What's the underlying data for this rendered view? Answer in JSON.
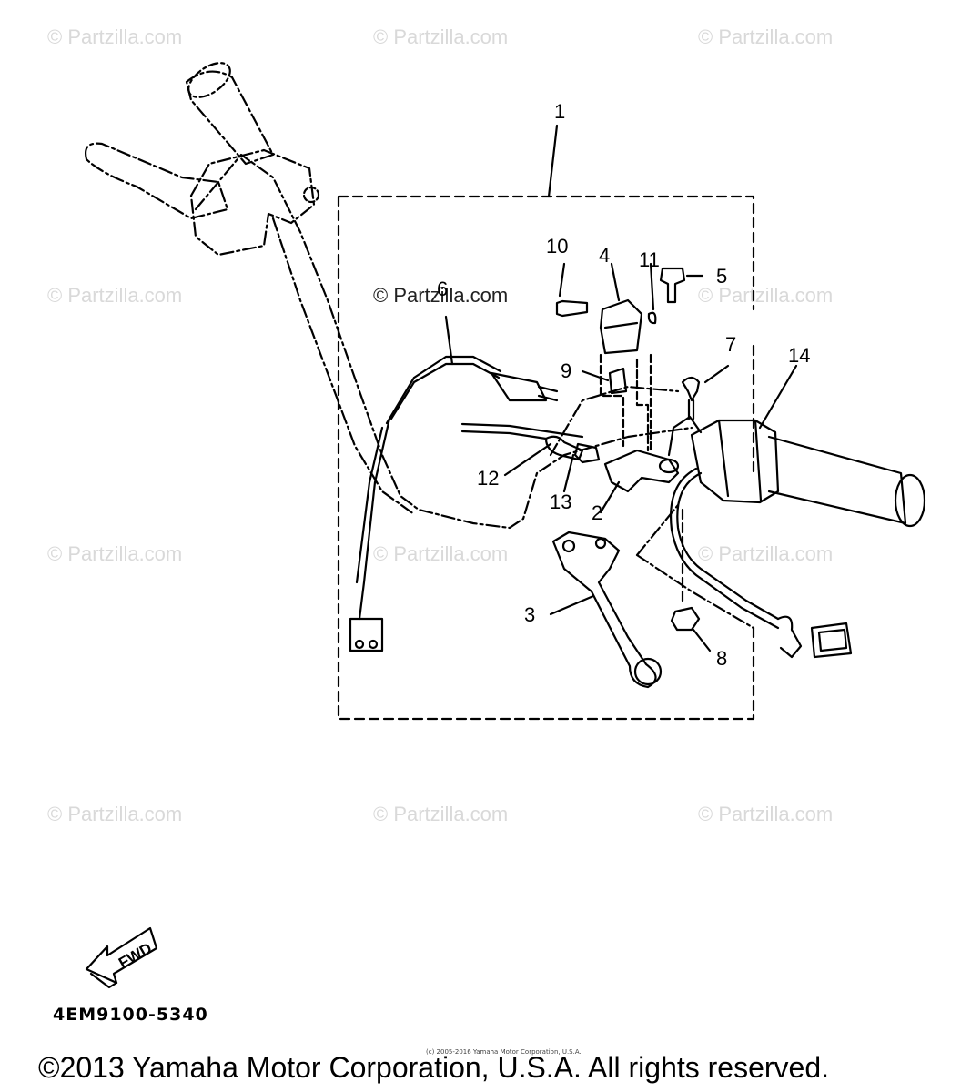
{
  "watermark": "© Partzilla.com",
  "callouts": [
    "1",
    "2",
    "3",
    "4",
    "5",
    "6",
    "7",
    "8",
    "9",
    "10",
    "11",
    "12",
    "13",
    "14"
  ],
  "fwd_label": "FWD",
  "part_number": "4EM9100-5340",
  "small_notice": "(c) 2005-2016 Yamaha Motor Corporation, U.S.A.",
  "copyright": "©2013 Yamaha Motor Corporation, U.S.A. All rights reserved."
}
